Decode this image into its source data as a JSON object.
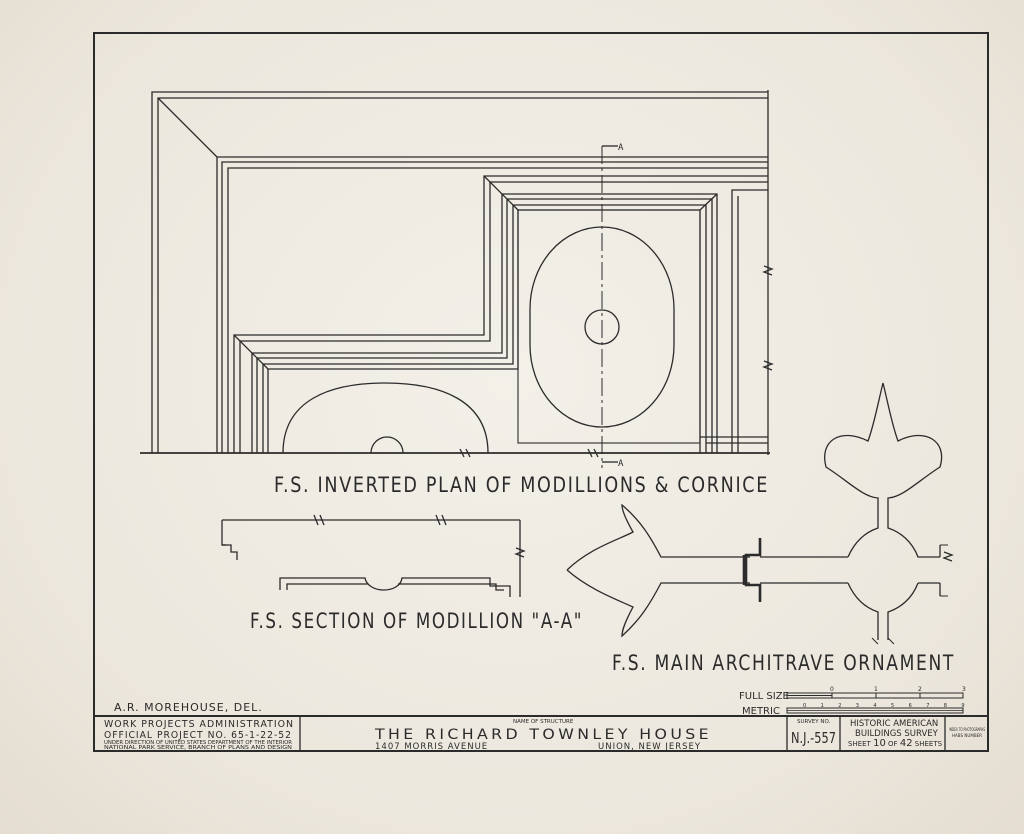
{
  "drawings": {
    "inverted_plan_title": "F.S. INVERTED PLAN OF MODILLIONS & CORNICE",
    "section_title": "F.S. SECTION OF MODILLION \"A-A\"",
    "ornament_title": "F.S. MAIN ARCHITRAVE ORNAMENT",
    "section_mark": "A"
  },
  "delineator": "A.R. MOREHOUSE, DEL.",
  "scale": {
    "full_size_label": "FULL SIZE",
    "metric_label": "METRIC",
    "inch_ticks": [
      "0",
      "1",
      "2",
      "3"
    ],
    "metric_ticks": [
      "0",
      "1",
      "2",
      "3",
      "4",
      "5",
      "6",
      "7",
      "8",
      "9"
    ]
  },
  "title_block": {
    "agency_line1": "WORK PROJECTS ADMINISTRATION",
    "agency_line2": "OFFICIAL PROJECT NO. 65-1-22-52",
    "agency_line3": "UNDER DIRECTION OF UNITED STATES DEPARTMENT OF THE INTERIOR",
    "agency_line4": "NATIONAL PARK SERVICE, BRANCH OF PLANS AND DESIGN",
    "structure_label": "NAME OF STRUCTURE",
    "structure_name": "THE RICHARD TOWNLEY HOUSE",
    "address": "1407 MORRIS AVENUE",
    "city": "UNION, NEW JERSEY",
    "survey_no_label": "SURVEY NO.",
    "survey_no": "N.J.-557",
    "survey_name_line1": "HISTORIC AMERICAN",
    "survey_name_line2": "BUILDINGS SURVEY",
    "sheet_prefix": "SHEET",
    "sheet_number": "10",
    "sheet_of": "OF",
    "sheet_total": "42",
    "sheet_suffix": "SHEETS",
    "index_line1": "INDEX TO PHOTOGRAPHS",
    "index_line2": "HABS NUMBER"
  },
  "colors": {
    "ink": "#2b2b2b",
    "paper": "#efebe3"
  }
}
